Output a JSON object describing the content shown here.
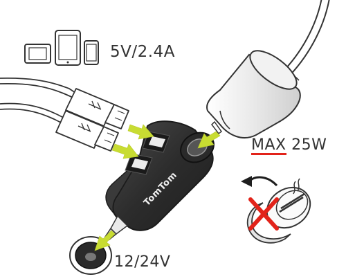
{
  "labels": {
    "usb_output": "5V/2.4A",
    "socket_input": "12/24V",
    "max_power_prefix": "MAX",
    "max_power_value": "25W",
    "brand": "TomTom"
  },
  "colors": {
    "arrow": "#c8dc32",
    "charger_body": "#2f2f2f",
    "outline": "#333333",
    "accent_red": "#e2231a",
    "no_mark": "#e2231a"
  },
  "icons": [
    "tablet-icon",
    "ipad-icon",
    "phone-icon",
    "usb-cable-icon",
    "cigarette-lighter-icon",
    "no-smoking-icon",
    "arrow-icon"
  ]
}
